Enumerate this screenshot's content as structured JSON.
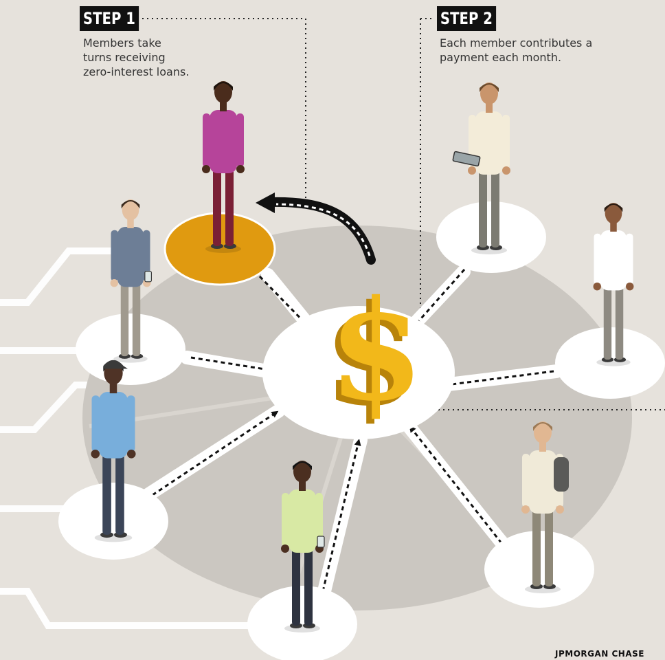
{
  "steps": [
    {
      "badge": "STEP 1",
      "text": "Members take turns receiving zero-interest loans."
    },
    {
      "badge": "STEP 2",
      "text": "Each member contributes a payment each month."
    }
  ],
  "center_symbol": "$",
  "credit": "JPMORGAN CHASE",
  "colors": {
    "background": "#e6e2dc",
    "big_circle": "#cbc7c1",
    "platform": "#ffffff",
    "highlight_platform": "#e09a10",
    "dollar": "#f2b81a",
    "badge": "#111111"
  },
  "people": [
    {
      "id": "woman-pink",
      "shirt": "#b6449a",
      "pants": "#7a2035",
      "skin": "#4a2c1c",
      "hair": "#1d130c",
      "item": "none"
    },
    {
      "id": "man-headphones",
      "shirt": "#f3ecd9",
      "pants": "#7c7b72",
      "skin": "#c9956c",
      "hair": "#6a4a2c",
      "item": "tablet"
    },
    {
      "id": "woman-white-top",
      "shirt": "#ffffff",
      "pants": "#8e8a82",
      "skin": "#8a5a3c",
      "hair": "#2b1c12",
      "item": "none"
    },
    {
      "id": "man-backpack",
      "shirt": "#f0ead8",
      "pants": "#8e8878",
      "skin": "#e1b792",
      "hair": "#9c7a56",
      "item": "backpack"
    },
    {
      "id": "man-green-shirt",
      "shirt": "#d8e9a4",
      "pants": "#2e3340",
      "skin": "#4b2f20",
      "hair": "#141414",
      "item": "phone"
    },
    {
      "id": "man-blue-shirt",
      "shirt": "#78aedb",
      "pants": "#3b4558",
      "skin": "#4f3326",
      "hair": "#222222",
      "item": "cap"
    },
    {
      "id": "woman-cardigan",
      "shirt": "#6d7e96",
      "pants": "#a09a8e",
      "skin": "#e4c1a2",
      "hair": "#3a2a1e",
      "item": "phone"
    }
  ]
}
